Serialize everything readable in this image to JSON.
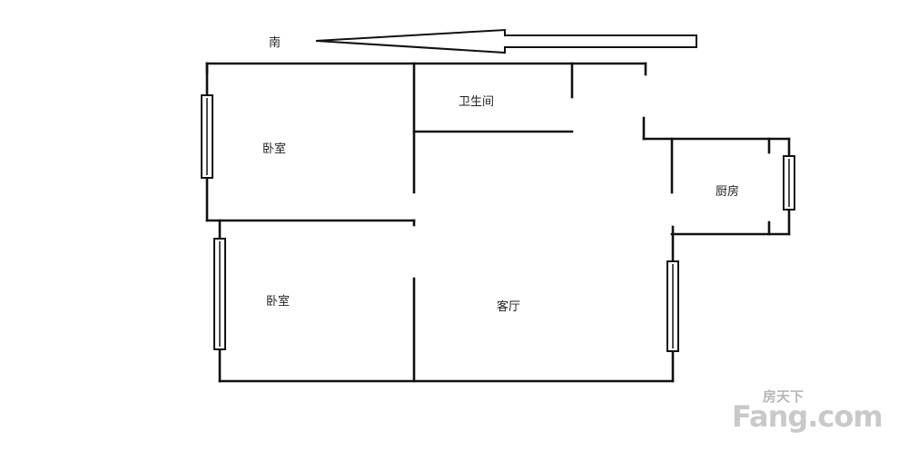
{
  "direction": {
    "label": "南",
    "arrow_icon": "west-arrow-icon"
  },
  "rooms": {
    "bedroom_top": "卧室",
    "bedroom_bottom": "卧室",
    "bathroom": "卫生间",
    "kitchen": "厨房",
    "living_room": "客厅"
  },
  "watermark": {
    "cn": "房天下",
    "en": "Fang.com"
  },
  "colors": {
    "line": "#111111",
    "background": "#ffffff",
    "watermark": "#c4c4c4"
  }
}
